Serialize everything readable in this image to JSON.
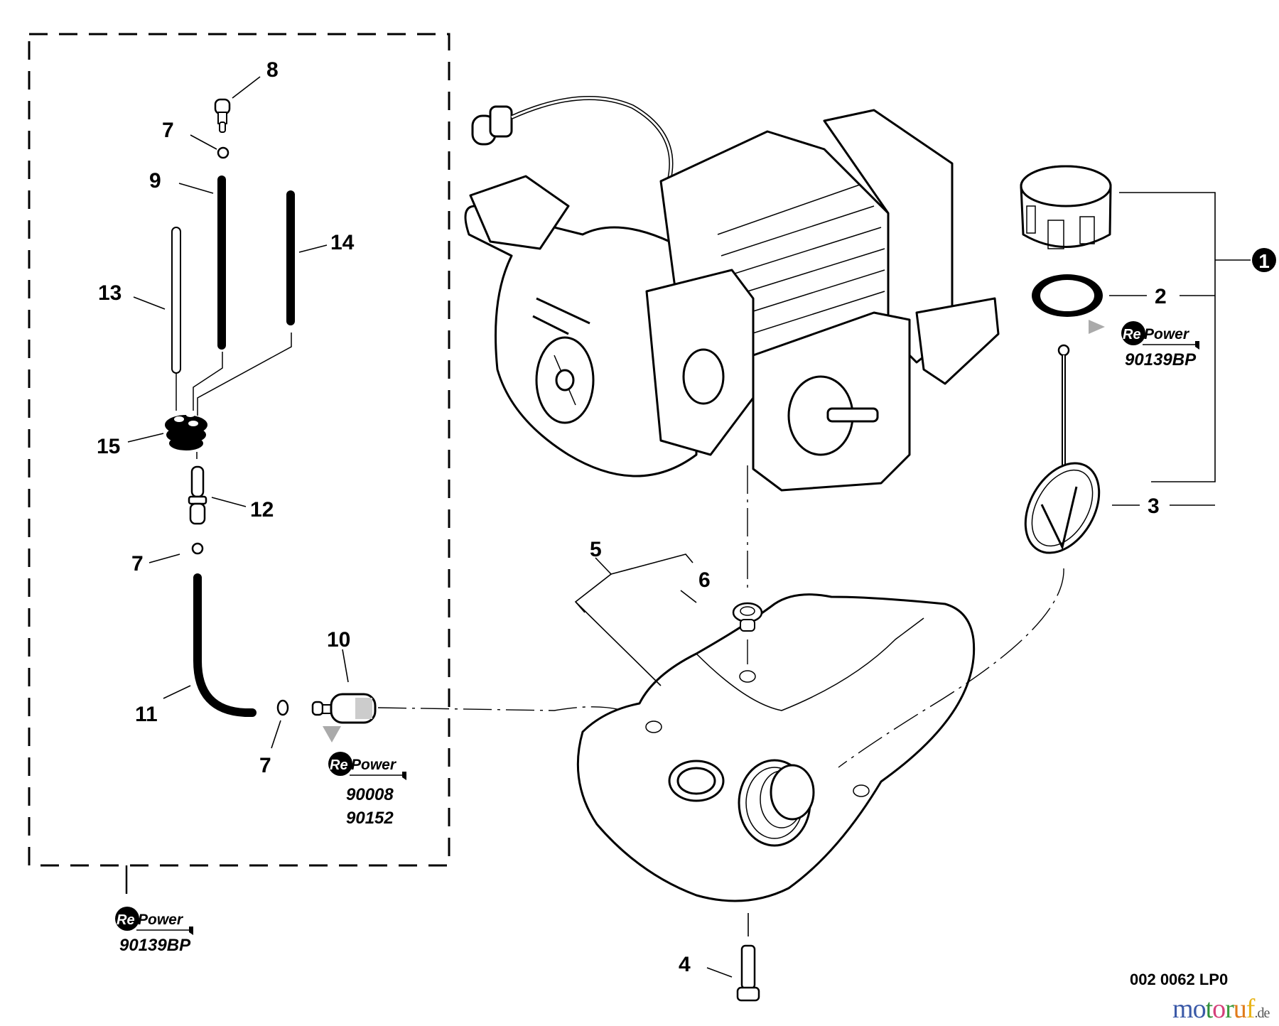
{
  "diagram": {
    "title": "Fuel system / fuel tank exploded parts view",
    "drawing_number": "002 0062 LP0",
    "watermark": {
      "letters": [
        {
          "char": "m",
          "color": "#3b5aa8"
        },
        {
          "char": "o",
          "color": "#3b5aa8"
        },
        {
          "char": "t",
          "color": "#2f8f3a"
        },
        {
          "char": "o",
          "color": "#d5407a"
        },
        {
          "char": "r",
          "color": "#3a9a3e"
        },
        {
          "char": "u",
          "color": "#e07b1a"
        },
        {
          "char": "f",
          "color": "#e8b418"
        }
      ],
      "suffix": ".de"
    },
    "callouts": [
      {
        "id": "c1",
        "label": "1",
        "part": "fuel-cap-assembly",
        "style": "filled-circle"
      },
      {
        "id": "c2",
        "label": "2",
        "part": "cap-gasket"
      },
      {
        "id": "c3",
        "label": "3",
        "part": "cap-retainer-strap"
      },
      {
        "id": "c4",
        "label": "4",
        "part": "tank-mounting-screw"
      },
      {
        "id": "c5",
        "label": "5",
        "part": "fuel-tank"
      },
      {
        "id": "c6",
        "label": "6",
        "part": "tank-grommet"
      },
      {
        "id": "c7a",
        "label": "7",
        "part": "clamp-ring"
      },
      {
        "id": "c7b",
        "label": "7",
        "part": "clamp-ring"
      },
      {
        "id": "c7c",
        "label": "7",
        "part": "clamp-ring"
      },
      {
        "id": "c8",
        "label": "8",
        "part": "vent-check-valve"
      },
      {
        "id": "c9",
        "label": "9",
        "part": "fuel-line"
      },
      {
        "id": "c10",
        "label": "10",
        "part": "fuel-filter"
      },
      {
        "id": "c11",
        "label": "11",
        "part": "fuel-pickup-line"
      },
      {
        "id": "c12",
        "label": "12",
        "part": "fitting"
      },
      {
        "id": "c13",
        "label": "13",
        "part": "fuel-line"
      },
      {
        "id": "c14",
        "label": "14",
        "part": "fuel-line"
      },
      {
        "id": "c15",
        "label": "15",
        "part": "grommet"
      }
    ],
    "repower_badges": [
      {
        "id": "rp-cap",
        "brand_prefix": "Re",
        "brand_suffix": "Power",
        "part_numbers": [
          "90139BP"
        ]
      },
      {
        "id": "rp-filter",
        "brand_prefix": "Re",
        "brand_suffix": "Power",
        "part_numbers": [
          "90008",
          "90152"
        ]
      },
      {
        "id": "rp-kit",
        "brand_prefix": "Re",
        "brand_suffix": "Power",
        "part_numbers": [
          "90139BP"
        ]
      }
    ]
  }
}
